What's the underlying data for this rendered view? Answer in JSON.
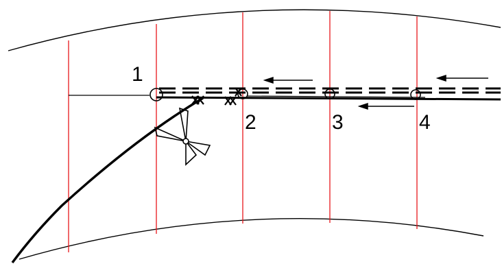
{
  "stations": [
    {
      "label": "1"
    },
    {
      "label": "2"
    },
    {
      "label": "3"
    },
    {
      "label": "4"
    }
  ],
  "colors": {
    "background": "#ffffff",
    "ink": "#000000",
    "section_lines": "#e8161b"
  }
}
